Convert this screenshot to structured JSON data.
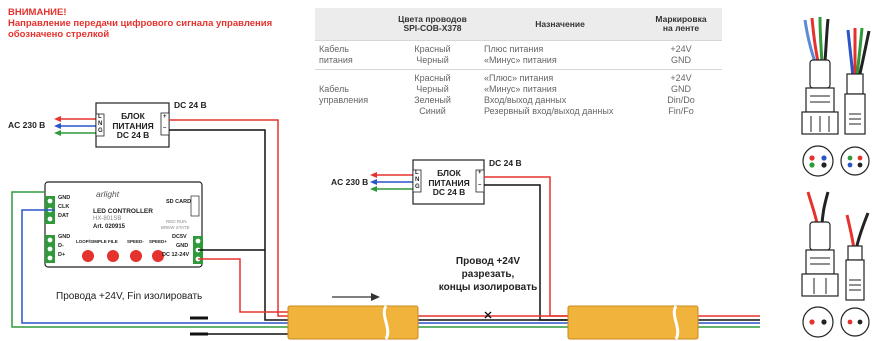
{
  "warning": {
    "title": "ВНИМАНИЕ!",
    "text_lines": [
      "Направление передачи цифрового сигнала управления",
      "обозначено стрелкой"
    ]
  },
  "spec_table": {
    "headers": {
      "c1": "",
      "c2_lines": [
        "Цвета проводов",
        "SPI-COB-X378"
      ],
      "c3": "Назначение",
      "c4_lines": [
        "Маркировка",
        "на ленте"
      ]
    },
    "rows": [
      {
        "cable": [
          "Кабель",
          "питания"
        ],
        "colors": [
          "Красный",
          "Черный"
        ],
        "purpose": [
          "Плюс питания",
          "«Минус» питания"
        ],
        "marking": [
          "+24V",
          "GND"
        ]
      },
      {
        "cable": [
          "Кабель",
          "управления"
        ],
        "colors": [
          "Красный",
          "Черный",
          "Зеленый",
          "Синий"
        ],
        "purpose": [
          "«Плюс» питания",
          "«Минус» питания",
          "Вход/выход данных",
          "Резервный вход/выход данных"
        ],
        "marking": [
          "+24V",
          "GND",
          "Din/Do",
          "Fin/Fo"
        ]
      }
    ]
  },
  "psu1": {
    "title_lines": [
      "БЛОК",
      "ПИТАНИЯ",
      "DC 24 В"
    ],
    "in_label": "AC 230 В",
    "out_label": "DC 24 В",
    "term_left": [
      "L",
      "N",
      "G"
    ],
    "term_right": [
      "+",
      "–"
    ]
  },
  "psu2": {
    "title_lines": [
      "БЛОК",
      "ПИТАНИЯ",
      "DC 24 В"
    ],
    "in_label": "AC 230 В",
    "out_label": "DC 24 В",
    "term_left": [
      "L",
      "N",
      "G"
    ],
    "term_right": [
      "+",
      "–"
    ]
  },
  "controller": {
    "brand": "arlight",
    "title": "LED CONTROLLER",
    "model": "HX-801SB",
    "article": "Art. 020915",
    "sd_card": "SD CARD",
    "leds_text": [
      "RED RUN",
      "BREW STATE"
    ],
    "left_top_pins": [
      "GND",
      "CLK",
      "DAT"
    ],
    "left_bottom_pins": [
      "GND",
      "D-",
      "D+"
    ],
    "right_pins": [
      "DC5V",
      "GND",
      "DC 12-24V"
    ],
    "buttons": [
      "LOOP/SIMPLE",
      "FILE",
      "SPEED-",
      "SPEED+"
    ]
  },
  "notes": {
    "isolate": "Провода +24V, Fin  изолировать",
    "cut_lines": [
      "Провод +24V",
      "разрезать,",
      "концы изолировать"
    ]
  },
  "colors": {
    "red": "#e5322d",
    "black": "#111111",
    "green": "#2e9a3a",
    "blue": "#2a55c8",
    "strip": "#f0b43c",
    "warning": "#e5322d"
  }
}
